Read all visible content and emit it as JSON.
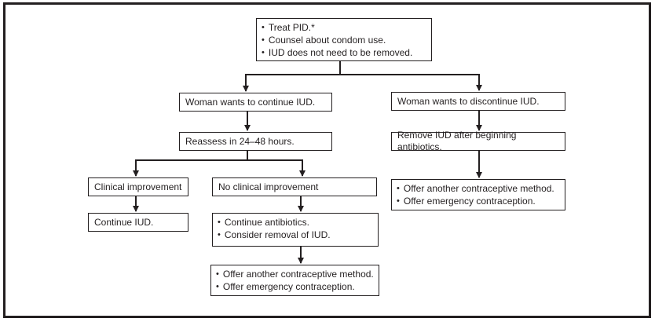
{
  "flowchart": {
    "colors": {
      "line": "#231f20",
      "text": "#231f20",
      "background": "#ffffff"
    },
    "nodes": {
      "treat_pid": {
        "bullets": [
          "Treat PID.*",
          "Counsel about condom use.",
          "IUD does not need to be removed."
        ]
      },
      "continue_branch": {
        "label": "Woman wants to continue IUD."
      },
      "discontinue_branch": {
        "label": "Woman wants to discontinue IUD."
      },
      "reassess": {
        "label": "Reassess in 24–48 hours."
      },
      "remove_iud": {
        "label": "Remove IUD after beginning antibiotics."
      },
      "clinical_improvement": {
        "label": "Clinical improvement"
      },
      "no_clinical_improvement": {
        "label": "No clinical improvement"
      },
      "continue_iud": {
        "label": "Continue IUD."
      },
      "continue_antibiotics": {
        "bullets": [
          "Continue antibiotics.",
          "Consider removal of IUD."
        ]
      },
      "offer_after_no_improvement": {
        "bullets": [
          "Offer another contraceptive method.",
          "Offer emergency contraception."
        ]
      },
      "offer_after_removal": {
        "bullets": [
          "Offer another contraceptive method.",
          "Offer emergency contraception."
        ]
      }
    }
  }
}
